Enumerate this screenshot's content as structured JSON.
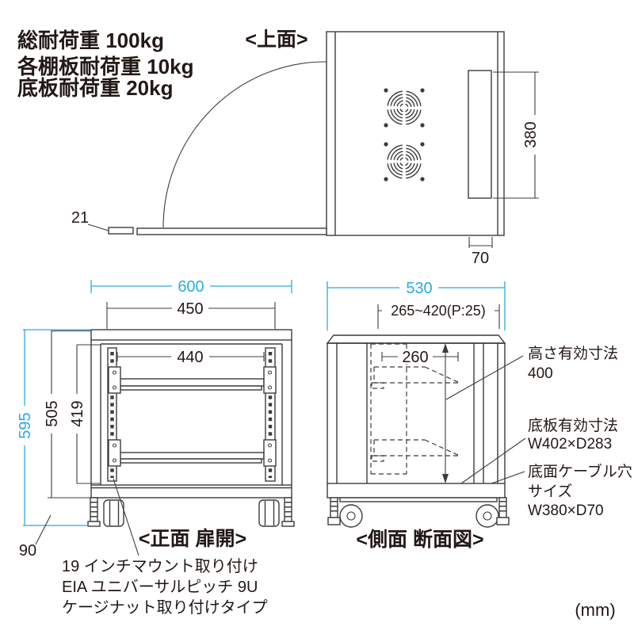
{
  "specs": {
    "line1": "総耐荷重 100kg",
    "line2": "各棚板耐荷重 10kg",
    "line3": "底板耐荷重 20kg"
  },
  "top_view": {
    "label": "<上面>",
    "dims": {
      "slot_height": "380",
      "slot_width": "70",
      "door_thickness": "21"
    }
  },
  "front_view": {
    "label": "<正面 扉開>",
    "dims": {
      "width": "600",
      "inner_width": "450",
      "rail_width": "440",
      "total_height": "595",
      "body_height": "505",
      "opening_height": "419",
      "caster_height": "90"
    },
    "note": [
      "19 インチマウント取り付け",
      "EIA ユニバーサルピッチ 9U",
      "ケージナット取り付けタイプ"
    ]
  },
  "side_view": {
    "label": "<側面 断面図>",
    "dims": {
      "depth": "530",
      "shelf_pitch": "265~420(P:25)",
      "shelf_depth": "260"
    },
    "annotations": {
      "height_label": "高さ有効寸法",
      "height_value": "400",
      "bottom_plate_label": "底板有効寸法",
      "bottom_plate_value": "W402×D283",
      "cable_hole_label1": "底面ケーブル穴",
      "cable_hole_label2": "サイズ",
      "cable_hole_value": "W380×D70"
    }
  },
  "unit": "(mm)",
  "colors": {
    "accent": "#29ABE2",
    "line": "#3C3C3C",
    "text": "#231815"
  }
}
